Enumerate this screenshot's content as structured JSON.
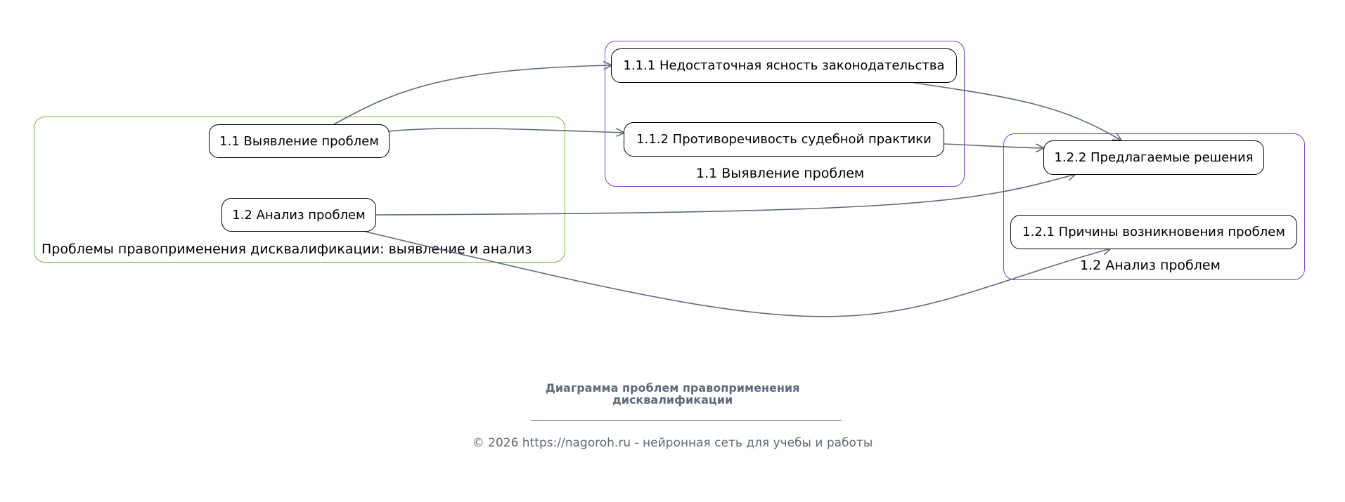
{
  "groups": {
    "root": {
      "label": "Проблемы правоприменения дисквалификации: выявление и анализ",
      "color": "#7cb342"
    },
    "identify": {
      "label": "1.1 Выявление проблем",
      "color": "#7e3fbf"
    },
    "analysis": {
      "label": "1.2 Анализ проблем",
      "color": "#7e3fbf"
    }
  },
  "nodes": {
    "n11": "1.1 Выявление проблем",
    "n12": "1.2 Анализ проблем",
    "n111": "1.1.1 Недостаточная ясность законодательства",
    "n112": "1.1.2 Противоречивость судебной практики",
    "n122": "1.2.2 Предлагаемые решения",
    "n121": "1.2.1 Причины возникновения проблем"
  },
  "edges": [
    {
      "from": "n11",
      "to": "n111"
    },
    {
      "from": "n11",
      "to": "n112"
    },
    {
      "from": "n111",
      "to": "n122"
    },
    {
      "from": "n112",
      "to": "n122"
    },
    {
      "from": "n12",
      "to": "n122"
    },
    {
      "from": "n12",
      "to": "n121"
    }
  ],
  "edge_color": "#5f6b7a",
  "caption": {
    "title_line1": "Диаграмма проблем правоприменения",
    "title_line2": "дисквалификации",
    "copyright": "© 2026 https://nagoroh.ru - нейронная сеть для учебы и работы"
  }
}
